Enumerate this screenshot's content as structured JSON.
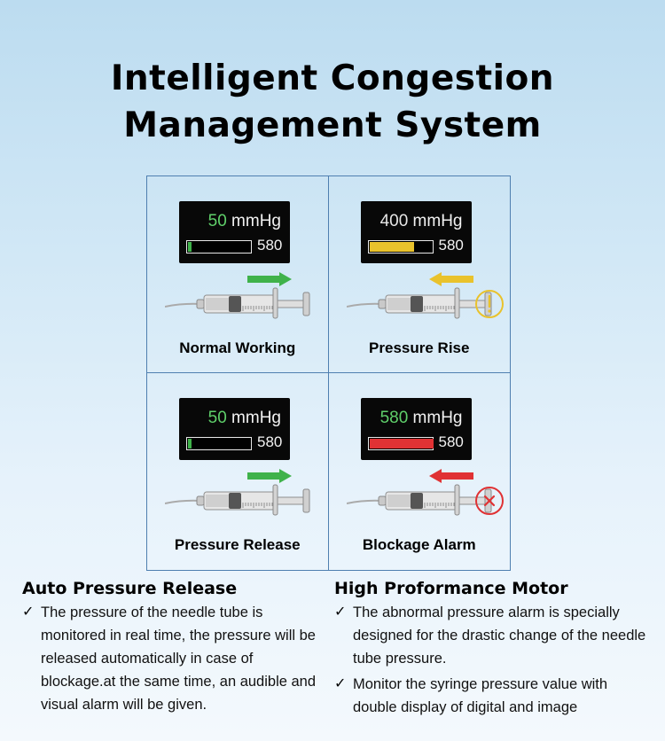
{
  "title_line1": "Intelligent Congestion",
  "title_line2": "Management System",
  "panels": [
    {
      "label": "Normal Working",
      "value": "50",
      "unit": "mmHg",
      "max": "580",
      "level": 0.05,
      "color": "#3fb24a",
      "arrow": "right",
      "status": "none"
    },
    {
      "label": "Pressure Rise",
      "value": "400",
      "unit": "mmHg",
      "max": "580",
      "level": 0.69,
      "color": "#e9c22c",
      "arrow": "left",
      "status": "warning-icon"
    },
    {
      "label": "Pressure Release",
      "value": "50",
      "unit": "mmHg",
      "max": "580",
      "level": 0.05,
      "color": "#3fb24a",
      "arrow": "right",
      "status": "none"
    },
    {
      "label": "Blockage Alarm",
      "value": "580",
      "unit": "mmHg",
      "max": "580",
      "level": 1.0,
      "color": "#e03234",
      "arrow": "left",
      "status": "error-icon"
    }
  ],
  "features": {
    "left": {
      "title": "Auto Pressure Release",
      "bullets": [
        "The pressure of the needle tube is monitored in real time,  the pressure will be released automatically in case of blockage.at the same time, an audible and visual alarm will be given."
      ]
    },
    "right": {
      "title": "High Proformance Motor",
      "bullets": [
        "The abnormal pressure alarm is specially designed for the drastic change of the needle tube pressure.",
        "Monitor the syringe pressure value with double display of digital and image"
      ]
    }
  },
  "check_glyph": "✓"
}
